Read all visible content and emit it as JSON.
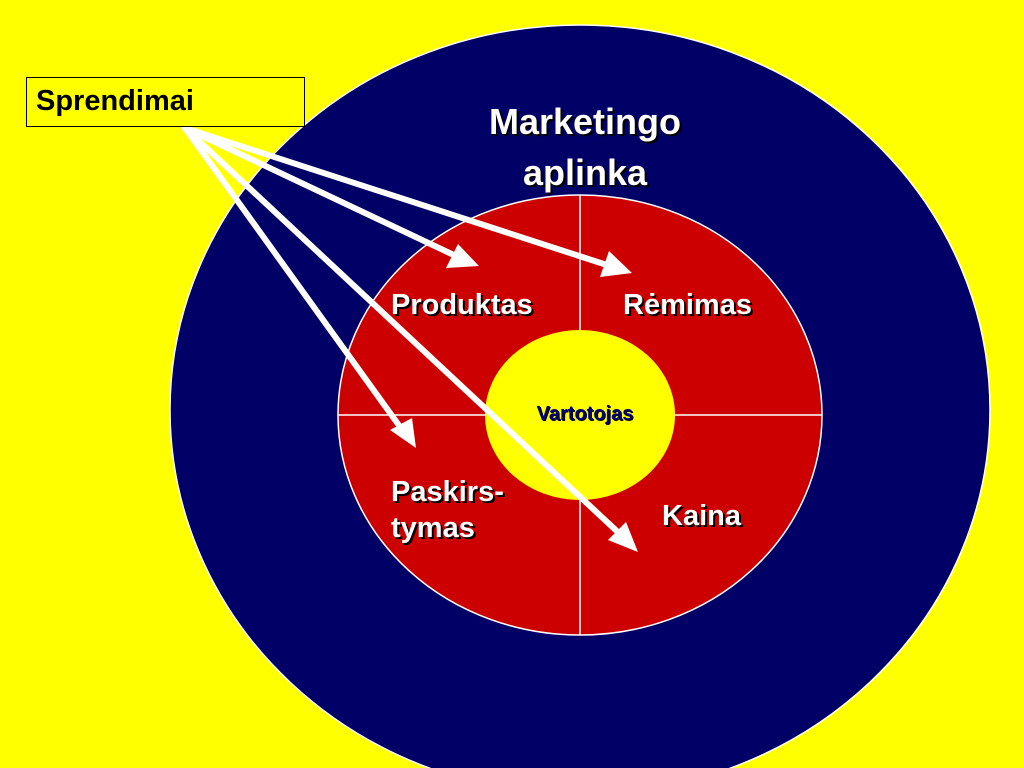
{
  "decisions_label": "Sprendimai",
  "environment": {
    "line1": "Marketingo",
    "line2": "aplinka"
  },
  "quadrants": {
    "product": "Produktas",
    "promotion": "Rėmimas",
    "distribution_line1": "Paskirs-",
    "distribution_line2": "tymas",
    "price": "Kaina"
  },
  "center_label": "Vartotojas",
  "colors": {
    "background": "#FFFF00",
    "outer_circle": "#000066",
    "middle_circle": "#CC0000",
    "inner_circle": "#FFFF00",
    "arrows": "#FFFFFF",
    "divider_lines": "#FFFFFF"
  }
}
